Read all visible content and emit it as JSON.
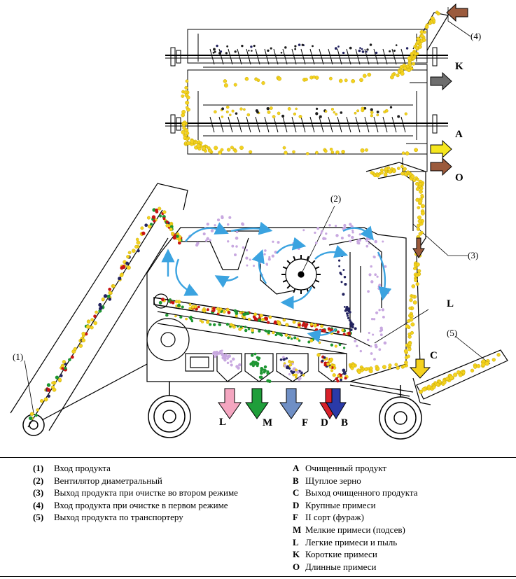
{
  "callouts": {
    "c1": "(1)",
    "c2": "(2)",
    "c3": "(3)",
    "c4": "(4)",
    "c5": "(5)"
  },
  "outputs": {
    "K": "K",
    "A": "A",
    "O": "O",
    "C": "C",
    "L_side": "L",
    "L": "L",
    "M": "M",
    "F": "F",
    "D": "D",
    "B": "B"
  },
  "colors": {
    "grain": "#f5d21e",
    "heavy": "#c81414",
    "fine": "#1e9632",
    "light": "#c8a8e0",
    "short": "#1e1e1e",
    "blue_dot": "#23235f",
    "air": "#3ba3e0",
    "arrow_L": "#f4a6c0",
    "arrow_M": "#1f9e3a",
    "arrow_F": "#6f8fc5",
    "arrow_D": "#d8202a",
    "arrow_B": "#2a3aa8",
    "arrow_A": "#f5e61e",
    "arrow_O": "#9b5a3c",
    "arrow_K": "#6e6e6e",
    "arrow_C": "#f5d21e"
  },
  "legend": {
    "left": [
      {
        "key": "(1)",
        "text": "Вход продукта"
      },
      {
        "key": "(2)",
        "text": "Вентилятор диаметральный"
      },
      {
        "key": "(3)",
        "text": "Выход продукта при очистке во втором режиме"
      },
      {
        "key": "(4)",
        "text": "Вход продукта при очистке в первом режиме"
      },
      {
        "key": "(5)",
        "text": "Выход продукта по транспортеру"
      }
    ],
    "right": [
      {
        "key": "A",
        "text": "Очищенный продукт"
      },
      {
        "key": "B",
        "text": "Щуплое зерно"
      },
      {
        "key": "C",
        "text": "Выход очищенного продукта"
      },
      {
        "key": "D",
        "text": "Крупные примеси"
      },
      {
        "key": "F",
        "text": "II сорт (фураж)"
      },
      {
        "key": "M",
        "text": "Мелкие примеси (подсев)"
      },
      {
        "key": "L",
        "text": "Легкие примеси и пыль"
      },
      {
        "key": "K",
        "text": "Короткие примеси"
      },
      {
        "key": "O",
        "text": "Длинные примеси"
      }
    ]
  }
}
